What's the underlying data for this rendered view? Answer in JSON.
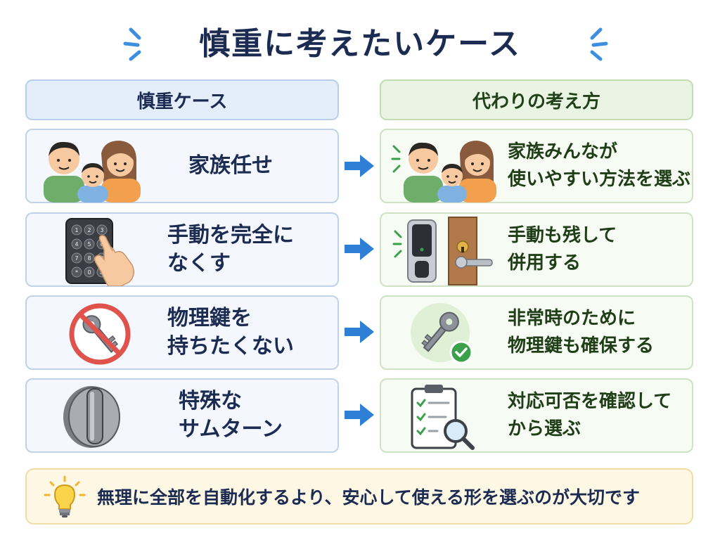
{
  "title": "慎重に考えたいケース",
  "headers": {
    "left": "慎重ケース",
    "right": "代わりの考え方"
  },
  "rows": [
    {
      "left": {
        "label": "家族任せ",
        "icon": "family-icon"
      },
      "right": {
        "label": "家族みんなが\n使いやすい方法を選ぶ",
        "icon": "family-icon"
      }
    },
    {
      "left": {
        "label": "手動を完全に\nなくす",
        "icon": "keypad-icon"
      },
      "right": {
        "label": "手動も残して\n併用する",
        "icon": "smart-lock-icon"
      }
    },
    {
      "left": {
        "label": "物理鍵を\n持ちたくない",
        "icon": "no-key-icon"
      },
      "right": {
        "label": "非常時のために\n物理鍵も確保する",
        "icon": "key-check-icon"
      }
    },
    {
      "left": {
        "label": "特殊な\nサムターン",
        "icon": "thumbturn-icon"
      },
      "right": {
        "label": "対応可否を確認して\nから選ぶ",
        "icon": "checklist-search-icon"
      }
    }
  ],
  "footer": {
    "text": "無理に全部を自動化するより、安心して使える形を選ぶのが大切です",
    "icon": "lightbulb-icon"
  },
  "keypad_digits": [
    "1",
    "2",
    "3",
    "4",
    "5",
    "6",
    "7",
    "8",
    "9",
    "*",
    "0",
    "#"
  ],
  "colors": {
    "title": "#1c2b52",
    "arrow": "#2f7fd6",
    "left_header_bg": "#e4eefa",
    "right_header_bg": "#e9f4e3",
    "footer_bg": "#fdf7e3",
    "check_green": "#3aa14a",
    "prohibit_red": "#e0524c"
  }
}
